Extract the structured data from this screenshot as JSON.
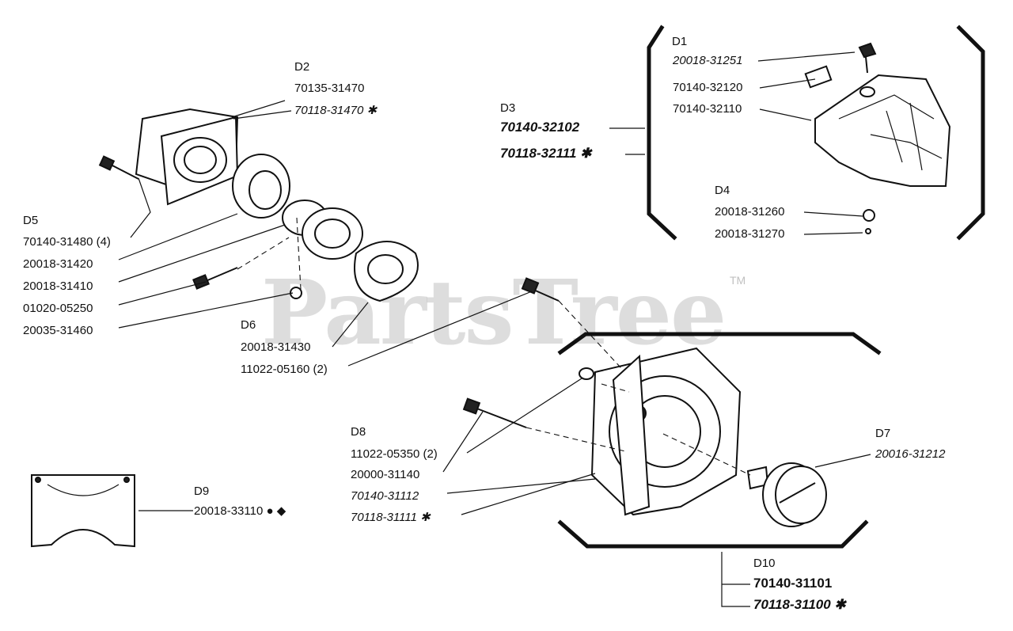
{
  "watermark": {
    "text": "PartsTree",
    "tm": "TM"
  },
  "groups": {
    "D1": "D1",
    "D2": "D2",
    "D3": "D3",
    "D4": "D4",
    "D5": "D5",
    "D6": "D6",
    "D7": "D7",
    "D8": "D8",
    "D9": "D9",
    "D10": "D10"
  },
  "parts": {
    "p1": "20018-31251",
    "p2": "70140-32120",
    "p3": "70140-32110",
    "p4": "20018-31260",
    "p5": "20018-31270",
    "p6": "70140-32102",
    "p7": "70118-32111 ✱",
    "p8": "70135-31470",
    "p9": "70118-31470 ✱",
    "p10": "70140-31480 (4)",
    "p11": "20018-31420",
    "p12": "20018-31410",
    "p13": "01020-05250",
    "p14": "20035-31460",
    "p15": "20018-31430",
    "p16": "11022-05160 (2)",
    "p17": "11022-05350 (2)",
    "p18": "20000-31140",
    "p19": "70140-31112",
    "p20": "70118-31111 ✱",
    "p21": "20016-31212",
    "p22": "20018-33110 ● ◆",
    "p23": "70140-31101",
    "p24": "70118-31100 ✱"
  }
}
